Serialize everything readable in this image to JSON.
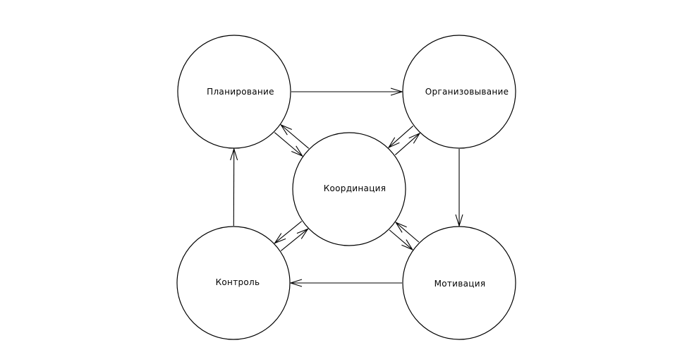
{
  "nodes": {
    "planning": {
      "label": "Планирование"
    },
    "organizing": {
      "label": "Организовывание"
    },
    "coordination": {
      "label": "Координация"
    },
    "control": {
      "label": "Контроль"
    },
    "motivation": {
      "label": "Мотивация"
    }
  },
  "edges": [
    {
      "from": "planning",
      "to": "organizing",
      "bidirectional": false
    },
    {
      "from": "organizing",
      "to": "motivation",
      "bidirectional": false
    },
    {
      "from": "motivation",
      "to": "control",
      "bidirectional": false
    },
    {
      "from": "control",
      "to": "planning",
      "bidirectional": false
    },
    {
      "from": "planning",
      "to": "coordination",
      "bidirectional": true
    },
    {
      "from": "organizing",
      "to": "coordination",
      "bidirectional": true
    },
    {
      "from": "motivation",
      "to": "coordination",
      "bidirectional": true
    },
    {
      "from": "control",
      "to": "coordination",
      "bidirectional": true
    }
  ],
  "colors": {
    "stroke": "#000000",
    "background": "#ffffff"
  }
}
